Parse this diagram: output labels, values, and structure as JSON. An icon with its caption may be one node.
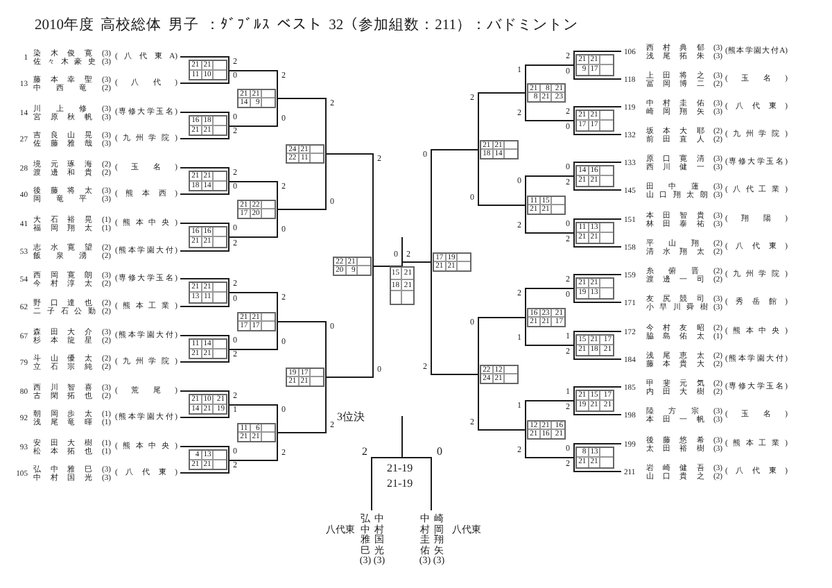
{
  "diagram": {
    "title": "2010年度 高校総体 男子 ：ﾀﾞﾌﾞﾙｽ ベスト 32（参加組数：211）：バドミントン",
    "nodes": [
      {
        "text": [
          "1",
          "染木俊寛(3)",
          "佐々木豪史(3)",
          "(八代東A)"
        ]
      },
      {
        "text": [
          "13",
          "藤本幸聖(3)",
          "中西竜(2)",
          "(八代)"
        ]
      },
      {
        "text": [
          "14",
          "川上修(3)",
          "宮原秋帆(3)",
          "(専修大学玉名)"
        ]
      },
      {
        "text": [
          "27",
          "吉良山晃(3)",
          "佐藤雅哉(3)",
          "(九州学院)"
        ]
      },
      {
        "text": [
          "28",
          "境元琢海(2)",
          "渡邊和貴(2)",
          "(玉名)"
        ]
      },
      {
        "text": [
          "40",
          "後藤将太(3)",
          "岡竜平(3)",
          "(熊本西)"
        ]
      },
      {
        "text": [
          "41",
          "大石裕晃(1)",
          "福岡翔太(1)",
          "(熊本中央)"
        ]
      },
      {
        "text": [
          "53",
          "志水寛望(2)",
          "飯泉湧(2)",
          "(熊本学園大付)"
        ]
      },
      {
        "text": [
          "54",
          "西岡寛朗(3)",
          "今村淳太(2)",
          "(専修大学玉名)"
        ]
      },
      {
        "text": [
          "62",
          "野口達也(2)",
          "二子石公勤(2)",
          "(熊本工業)"
        ]
      },
      {
        "text": [
          "67",
          "森田大介(3)",
          "杉本龍星(2)",
          "(熊本学園大付)"
        ]
      },
      {
        "text": [
          "79",
          "斗山優太(2)",
          "立石宗純(2)",
          "(九州学院)"
        ]
      },
      {
        "text": [
          "80",
          "西川智喜(3)",
          "古閑拓也(2)",
          "(荒尾)"
        ]
      },
      {
        "text": [
          "92",
          "朝岡歩太(1)",
          "浅尾竜暉(1)",
          "(熊本学園大付)"
        ]
      },
      {
        "text": [
          "93",
          "安田大樹(1)",
          "松本拓也(1)",
          "(熊本中央)"
        ]
      },
      {
        "text": [
          "105",
          "弘中雅巳(3)",
          "中村国光(3)",
          "(八代東)"
        ]
      },
      {
        "text": [
          "21",
          "21",
          "11",
          "10"
        ],
        "beside": [
          "2",
          "0"
        ]
      },
      {
        "text": [
          "16",
          "18",
          "21",
          "21"
        ],
        "beside": [
          "0",
          "2"
        ]
      },
      {
        "text": [
          "21",
          "21",
          "18",
          "14"
        ],
        "beside": [
          "2",
          "0"
        ]
      },
      {
        "text": [
          "16",
          "16",
          "21",
          "21"
        ],
        "beside": [
          "0",
          "2"
        ]
      },
      {
        "text": [
          "21",
          "21",
          "13",
          "11"
        ],
        "beside": [
          "2",
          "0"
        ]
      },
      {
        "text": [
          "11",
          "14",
          "21",
          "21"
        ],
        "beside": [
          "0",
          "2"
        ]
      },
      {
        "text": [
          "21",
          "10",
          "21",
          "14",
          "21",
          "19"
        ],
        "beside": [
          "2",
          "1"
        ]
      },
      {
        "text": [
          "4",
          "13",
          "21",
          "21"
        ],
        "beside": [
          "0",
          "2"
        ]
      },
      {
        "text": [
          "21",
          "21",
          "14",
          "9"
        ],
        "beside": [
          "2",
          "0"
        ]
      },
      {
        "text": [
          "21",
          "22",
          "17",
          "20"
        ],
        "beside": [
          "2",
          "0"
        ]
      },
      {
        "text": [
          "21",
          "21",
          "17",
          "17"
        ],
        "beside": [
          "2",
          "0"
        ]
      },
      {
        "text": [
          "11",
          "6",
          "21",
          "21"
        ],
        "beside": [
          "0",
          "2"
        ]
      },
      {
        "text": [
          "24",
          "21",
          "22",
          "11"
        ]
      },
      {
        "text": [
          "19",
          "17",
          "21",
          "21"
        ]
      },
      {
        "text": [
          "22",
          "21",
          "20",
          "9"
        ]
      },
      {
        "text": [
          "15",
          "21",
          "18",
          "21"
        ],
        "beside": [
          "0",
          "2"
        ]
      },
      {
        "text": [
          "17",
          "19",
          "21",
          "21"
        ]
      },
      {
        "text": [
          "21",
          "21",
          "18",
          "14"
        ]
      },
      {
        "text": [
          "22",
          "12",
          "24",
          "21"
        ]
      },
      {
        "text": [
          "21",
          "8",
          "21",
          "8",
          "21",
          "23"
        ],
        "beside": [
          "1",
          "2"
        ]
      },
      {
        "text": [
          "11",
          "15",
          "21",
          "21"
        ],
        "beside": [
          "0",
          "2"
        ]
      },
      {
        "text": [
          "16",
          "23",
          "21",
          "21",
          "21",
          "17"
        ],
        "beside": [
          "2",
          "1"
        ]
      },
      {
        "text": [
          "12",
          "21",
          "16",
          "21",
          "16",
          "21"
        ],
        "beside": [
          "1",
          "2"
        ]
      },
      {
        "text": [
          "21",
          "21",
          "9",
          "17"
        ],
        "beside": [
          "2",
          "0"
        ]
      },
      {
        "text": [
          "21",
          "21",
          "17",
          "17"
        ],
        "beside": [
          "2",
          "0"
        ]
      },
      {
        "text": [
          "14",
          "16",
          "21",
          "21"
        ],
        "beside": [
          "0",
          "2"
        ]
      },
      {
        "text": [
          "11",
          "13",
          "21",
          "21"
        ],
        "beside": [
          "0",
          "2"
        ]
      },
      {
        "text": [
          "21",
          "21",
          "19",
          "13"
        ],
        "beside": [
          "2",
          "0"
        ]
      },
      {
        "text": [
          "15",
          "21",
          "17",
          "21",
          "18",
          "21"
        ],
        "beside": [
          "1",
          "2"
        ]
      },
      {
        "text": [
          "21",
          "15",
          "17",
          "19",
          "21",
          "21"
        ],
        "beside": [
          "1",
          "2"
        ]
      },
      {
        "text": [
          "8",
          "13",
          "21",
          "21"
        ],
        "beside": [
          "0",
          "2"
        ]
      },
      {
        "text": [
          "106",
          "西村典郁(3)",
          "浅尾拓朱(3)",
          "(熊本学園大付A)"
        ]
      },
      {
        "text": [
          "118",
          "上田将之(3)",
          "冨岡博二(2)",
          "(玉名)"
        ]
      },
      {
        "text": [
          "119",
          "中村圭佑(3)",
          "崎岡翔矢(3)",
          "(八代東)"
        ]
      },
      {
        "text": [
          "132",
          "坂本大耶(2)",
          "前田直人(2)",
          "(九州学院)"
        ]
      },
      {
        "text": [
          "133",
          "原口寛清(3)",
          "西川健一(3)",
          "(専修大学玉名)"
        ]
      },
      {
        "text": [
          "145",
          "田中蓮(3)",
          "山口翔太朗(3)",
          "(八代工業)"
        ]
      },
      {
        "text": [
          "151",
          "本田智貴(3)",
          "林田泰祐(3)",
          "(翔陽)"
        ]
      },
      {
        "text": [
          "158",
          "平山翔(2)",
          "清水翔太(2)",
          "(八代東)"
        ]
      },
      {
        "text": [
          "159",
          "糸俯晋(2)",
          "渡邊一司(2)",
          "(九州学院)"
        ]
      },
      {
        "text": [
          "171",
          "友尻競司(3)",
          "小早川舜樹(3)",
          "(秀岳館)"
        ]
      },
      {
        "text": [
          "172",
          "今村友昭(2)",
          "脇島佑太(1)",
          "(熊本中央)"
        ]
      },
      {
        "text": [
          "184",
          "浅尾恵太(2)",
          "藤本貴大(2)",
          "(熊本学園大付)"
        ]
      },
      {
        "text": [
          "185",
          "甲斐元気(2)",
          "内田大樹(2)",
          "(専修大学玉名)"
        ]
      },
      {
        "text": [
          "198",
          "陸方宗(3)",
          "本田一帆(3)",
          "(玉名)"
        ]
      },
      {
        "text": [
          "199",
          "後藤悠希(3)",
          "太田裕樹(3)",
          "(熊本工業)"
        ]
      },
      {
        "text": [
          "211",
          "岩崎健吾(3)",
          "山口貴之(2)",
          "(八代東)"
        ]
      },
      {
        "text": [
          "21-19",
          "21-19"
        ],
        "beside": [
          "2",
          "0"
        ]
      },
      {
        "text": [
          "弘中雅巳(3)",
          "中村国光(3)"
        ],
        "beside": [
          "八代東"
        ]
      },
      {
        "text": [
          "中村圭佑(3)",
          "崎岡翔矢(3)"
        ],
        "beside": [
          "八代東"
        ]
      }
    ],
    "edges": [
      {
        "from": 0,
        "to": 16,
        "arrow": "none"
      },
      {
        "from": 1,
        "to": 16,
        "arrow": "none"
      },
      {
        "from": 2,
        "to": 17,
        "arrow": "none"
      },
      {
        "from": 3,
        "to": 17,
        "arrow": "none"
      },
      {
        "from": 4,
        "to": 18,
        "arrow": "none"
      },
      {
        "from": 5,
        "to": 18,
        "arrow": "none"
      },
      {
        "from": 6,
        "to": 19,
        "arrow": "none"
      },
      {
        "from": 7,
        "to": 19,
        "arrow": "none"
      },
      {
        "from": 8,
        "to": 20,
        "arrow": "none"
      },
      {
        "from": 9,
        "to": 20,
        "arrow": "none"
      },
      {
        "from": 10,
        "to": 21,
        "arrow": "none"
      },
      {
        "from": 11,
        "to": 21,
        "arrow": "none"
      },
      {
        "from": 12,
        "to": 22,
        "arrow": "none"
      },
      {
        "from": 13,
        "to": 22,
        "arrow": "none"
      },
      {
        "from": 14,
        "to": 23,
        "arrow": "none"
      },
      {
        "from": 15,
        "to": 23,
        "arrow": "none"
      },
      {
        "from": 16,
        "to": 24,
        "arrow": "none"
      },
      {
        "from": 17,
        "to": 24,
        "arrow": "none"
      },
      {
        "from": 18,
        "to": 25,
        "arrow": "none"
      },
      {
        "from": 19,
        "to": 25,
        "arrow": "none"
      },
      {
        "from": 20,
        "to": 26,
        "arrow": "none"
      },
      {
        "from": 21,
        "to": 26,
        "arrow": "none"
      },
      {
        "from": 22,
        "to": 27,
        "arrow": "none"
      },
      {
        "from": 23,
        "to": 27,
        "arrow": "none"
      },
      {
        "from": 24,
        "to": 28,
        "arrow": "none"
      },
      {
        "from": 25,
        "to": 28,
        "arrow": "none"
      },
      {
        "from": 26,
        "to": 29,
        "arrow": "none"
      },
      {
        "from": 27,
        "to": 29,
        "arrow": "none"
      },
      {
        "from": 28,
        "to": 30,
        "arrow": "none"
      },
      {
        "from": 29,
        "to": 30,
        "arrow": "none"
      },
      {
        "from": 30,
        "to": 31,
        "arrow": "none"
      },
      {
        "from": 31,
        "to": null,
        "arrow": "none"
      },
      {
        "from": 32,
        "to": 31,
        "arrow": "none"
      },
      {
        "from": 33,
        "to": 32,
        "arrow": "none"
      },
      {
        "from": 34,
        "to": 32,
        "arrow": "none"
      },
      {
        "from": 35,
        "to": 33,
        "arrow": "none"
      },
      {
        "from": 36,
        "to": 33,
        "arrow": "none"
      },
      {
        "from": 37,
        "to": 34,
        "arrow": "none"
      },
      {
        "from": 38,
        "to": 34,
        "arrow": "none"
      },
      {
        "from": 39,
        "to": 35,
        "arrow": "none"
      },
      {
        "from": 40,
        "to": 35,
        "arrow": "none"
      },
      {
        "from": 41,
        "to": 36,
        "arrow": "none"
      },
      {
        "from": 42,
        "to": 36,
        "arrow": "none"
      },
      {
        "from": 43,
        "to": 37,
        "arrow": "none"
      },
      {
        "from": 44,
        "to": 37,
        "arrow": "none"
      },
      {
        "from": 45,
        "to": 38,
        "arrow": "none"
      },
      {
        "from": 46,
        "to": 38,
        "arrow": "none"
      },
      {
        "from": 47,
        "to": 39,
        "arrow": "none"
      },
      {
        "from": 48,
        "to": 39,
        "arrow": "none"
      },
      {
        "from": 49,
        "to": 40,
        "arrow": "none"
      },
      {
        "from": 50,
        "to": 40,
        "arrow": "none"
      },
      {
        "from": 51,
        "to": 41,
        "arrow": "none"
      },
      {
        "from": 52,
        "to": 41,
        "arrow": "none"
      },
      {
        "from": 53,
        "to": 42,
        "arrow": "none"
      },
      {
        "from": 54,
        "to": 42,
        "arrow": "none"
      },
      {
        "from": 55,
        "to": 43,
        "arrow": "none"
      },
      {
        "from": 56,
        "to": 43,
        "arrow": "none"
      },
      {
        "from": 57,
        "to": 44,
        "arrow": "none"
      },
      {
        "from": 58,
        "to": 44,
        "arrow": "none"
      },
      {
        "from": 59,
        "to": 45,
        "arrow": "none"
      },
      {
        "from": 60,
        "to": 45,
        "arrow": "none"
      },
      {
        "from": 61,
        "to": 46,
        "arrow": "none"
      },
      {
        "from": 62,
        "to": 46,
        "arrow": "none"
      },
      {
        "from": 64,
        "to": 63,
        "arrow": "none"
      },
      {
        "from": 65,
        "to": 63,
        "arrow": "none"
      },
      {
        "from": 63,
        "to": null,
        "arrow": "none"
      }
    ],
    "labels": [
      "2",
      "0",
      "0",
      "2",
      "2",
      "0",
      "0",
      "2",
      "2",
      "0",
      "0",
      "2",
      "3位決"
    ]
  }
}
